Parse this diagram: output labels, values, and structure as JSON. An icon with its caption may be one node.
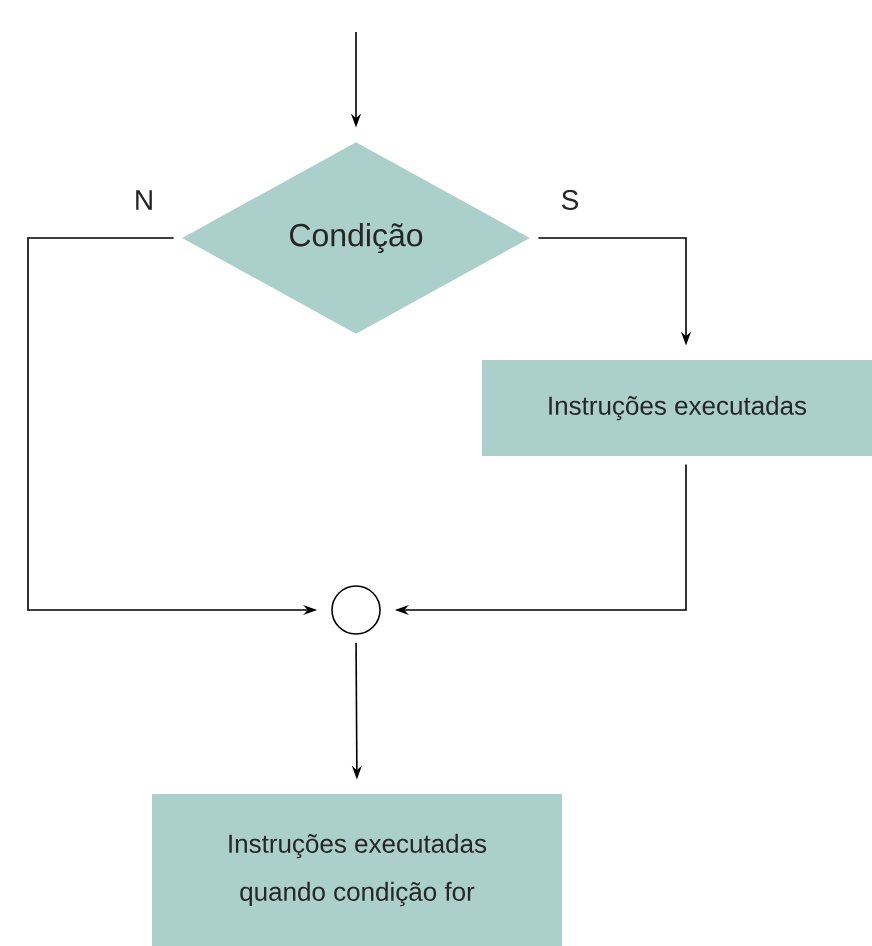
{
  "diagram": {
    "nodes": [
      {
        "text": [
          "Condição"
        ]
      },
      {
        "text": [
          "Instruções executadas"
        ]
      },
      {
        "text": [],
        "shape": "circle"
      },
      {
        "text": [
          "Instruções executadas quando condição for"
        ]
      }
    ],
    "edges": [
      {
        "from": null,
        "to": 0,
        "arrow": "to"
      },
      {
        "from": 0,
        "to": 1,
        "arrow": "to",
        "label": "S"
      },
      {
        "from": 0,
        "to": 2,
        "arrow": "to",
        "label": "N"
      },
      {
        "from": 1,
        "to": 2,
        "arrow": "to"
      },
      {
        "from": 2,
        "to": 3,
        "arrow": "to"
      }
    ]
  }
}
